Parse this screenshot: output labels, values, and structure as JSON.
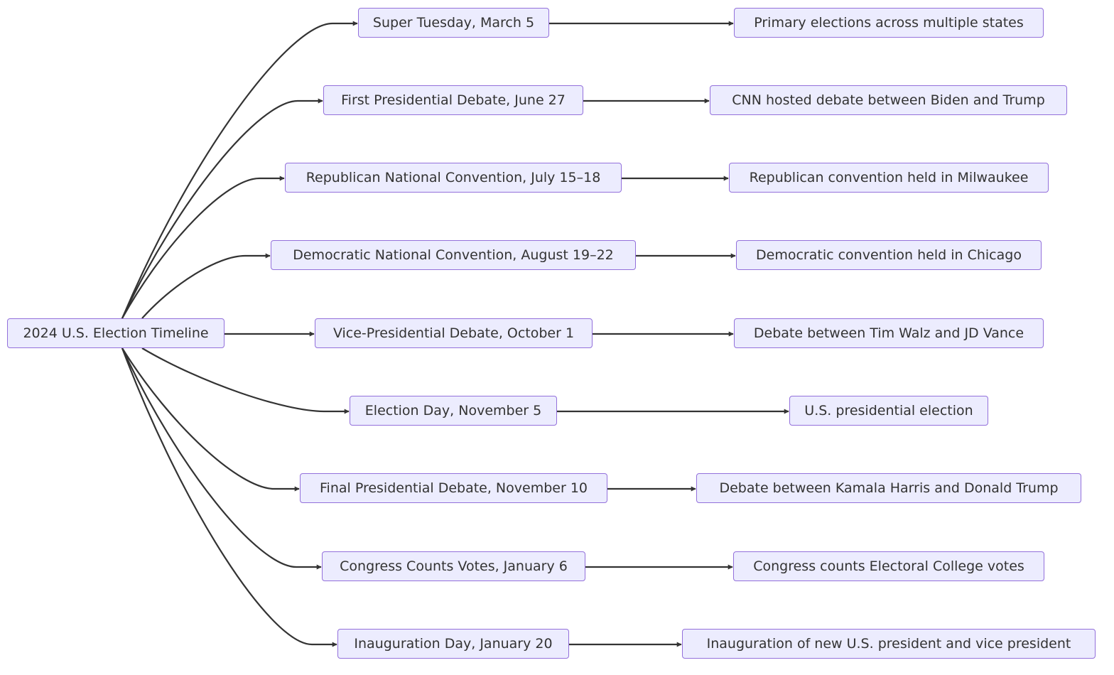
{
  "root": {
    "label": "2024 U.S. Election Timeline"
  },
  "events": [
    {
      "label": "Super Tuesday, March 5",
      "detail": "Primary elections across multiple states"
    },
    {
      "label": "First Presidential Debate, June 27",
      "detail": "CNN hosted debate between Biden and Trump"
    },
    {
      "label": "Republican National Convention, July 15–18",
      "detail": "Republican convention held in Milwaukee"
    },
    {
      "label": "Democratic National Convention, August 19–22",
      "detail": "Democratic convention held in Chicago"
    },
    {
      "label": "Vice-Presidential Debate, October 1",
      "detail": "Debate between Tim Walz and JD Vance"
    },
    {
      "label": "Election Day, November 5",
      "detail": "U.S. presidential election"
    },
    {
      "label": "Final Presidential Debate, November 10",
      "detail": "Debate between Kamala Harris and Donald Trump"
    },
    {
      "label": "Congress Counts Votes, January 6",
      "detail": "Congress counts Electoral College votes"
    },
    {
      "label": "Inauguration Day, January 20",
      "detail": "Inauguration of new U.S. president and vice president"
    }
  ],
  "colors": {
    "node_fill": "#ececfe",
    "node_border": "#9370db",
    "edge": "#333333",
    "text": "#333333"
  }
}
